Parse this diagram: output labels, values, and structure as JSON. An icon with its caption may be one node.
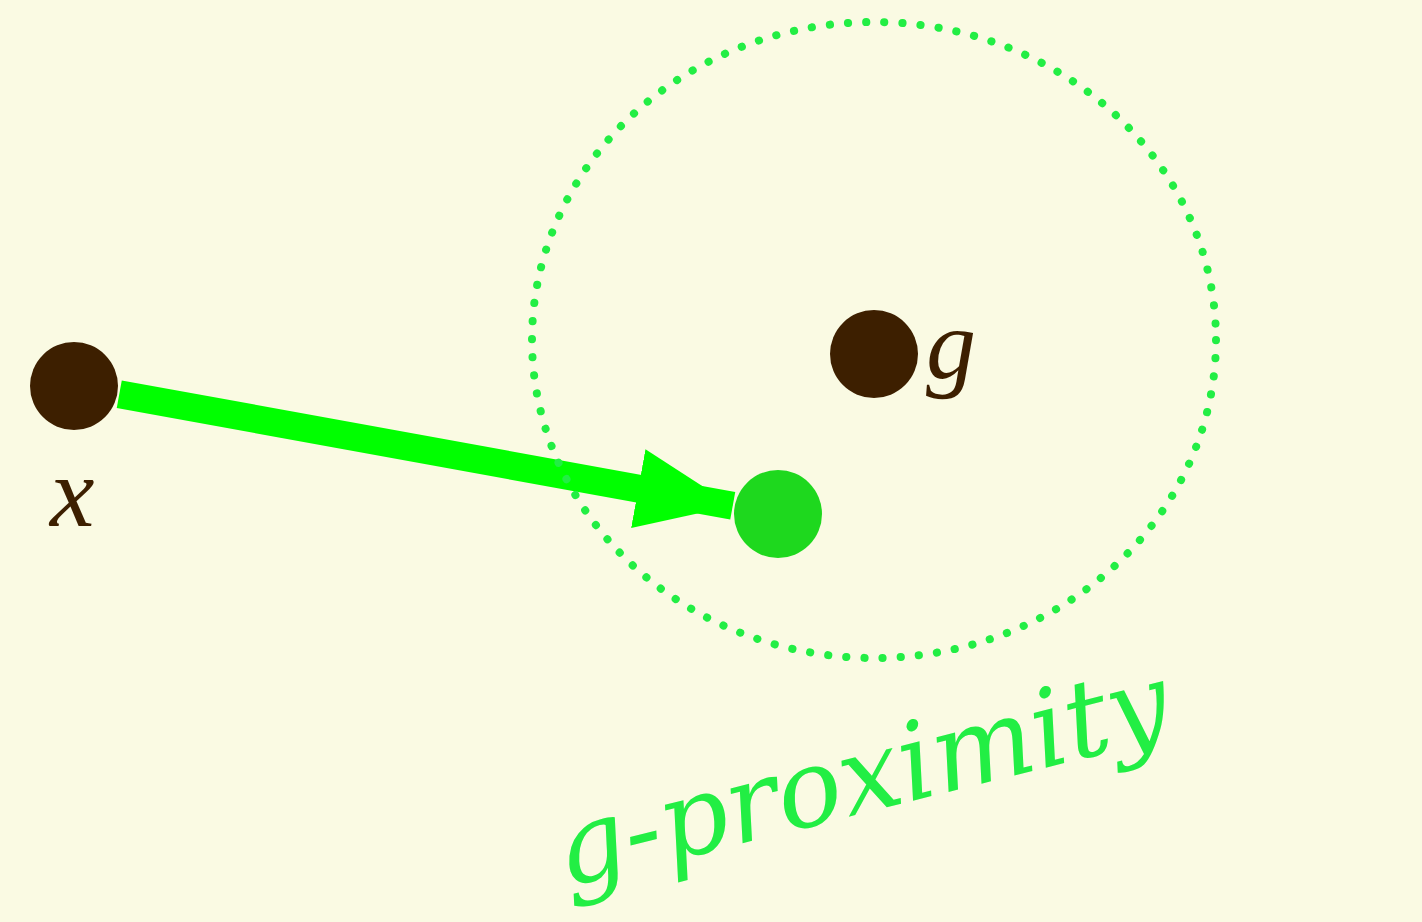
{
  "diagram": {
    "nodes": [
      {
        "text": [],
        "shape": "circle",
        "beside": [
          "x"
        ]
      },
      {
        "text": [],
        "shape": "circle",
        "beside": [
          "g-proximity"
        ]
      },
      {
        "text": [],
        "shape": "circle",
        "beside": [
          "g"
        ],
        "in": 1
      },
      {
        "text": [],
        "shape": "circle",
        "in": 1
      }
    ],
    "edges": [
      {
        "from": 0,
        "to": 3,
        "arrow": "to",
        "color": "#00ff00"
      }
    ]
  }
}
